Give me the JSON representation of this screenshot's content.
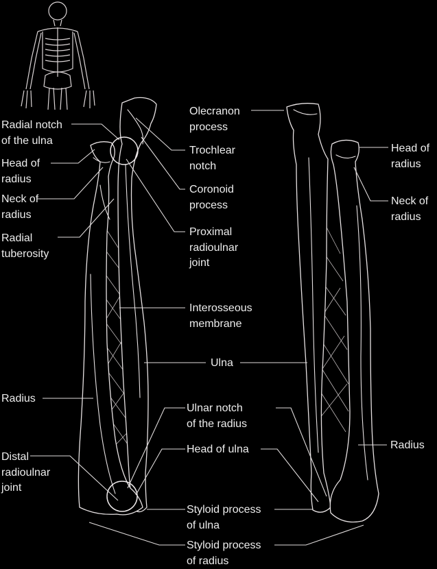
{
  "labels": {
    "radial_notch": [
      "Radial notch",
      "of the ulna"
    ],
    "head_of_radius_left": [
      "Head of",
      "radius"
    ],
    "neck_of_radius_left": [
      "Neck of",
      "radius"
    ],
    "radial_tuberosity": [
      "Radial",
      "tuberosity"
    ],
    "radius_left": [
      "Radius"
    ],
    "distal_radioulnar_joint": [
      "Distal",
      "radioulnar",
      "joint"
    ],
    "olecranon_process": [
      "Olecranon",
      "process"
    ],
    "trochlear_notch": [
      "Trochlear",
      "notch"
    ],
    "coronoid_process": [
      "Coronoid",
      "process"
    ],
    "proximal_radioulnar_joint": [
      "Proximal",
      "radioulnar",
      "joint"
    ],
    "interosseous_membrane": [
      "Interosseous",
      "membrane"
    ],
    "ulna": [
      "Ulna"
    ],
    "ulnar_notch": [
      "Ulnar notch",
      "of the radius"
    ],
    "head_of_ulna": [
      "Head of ulna"
    ],
    "styloid_ulna": [
      "Styloid process",
      "of ulna"
    ],
    "styloid_radius": [
      "Styloid process",
      "of radius"
    ],
    "head_of_radius_right": [
      "Head of",
      "radius"
    ],
    "neck_of_radius_right": [
      "Neck of",
      "radius"
    ],
    "radius_right": [
      "Radius"
    ]
  },
  "colors": {
    "background": "#000000",
    "outline": "#e7e2e3",
    "text": "#ededed"
  },
  "icons": [
    "skeleton-icon"
  ]
}
